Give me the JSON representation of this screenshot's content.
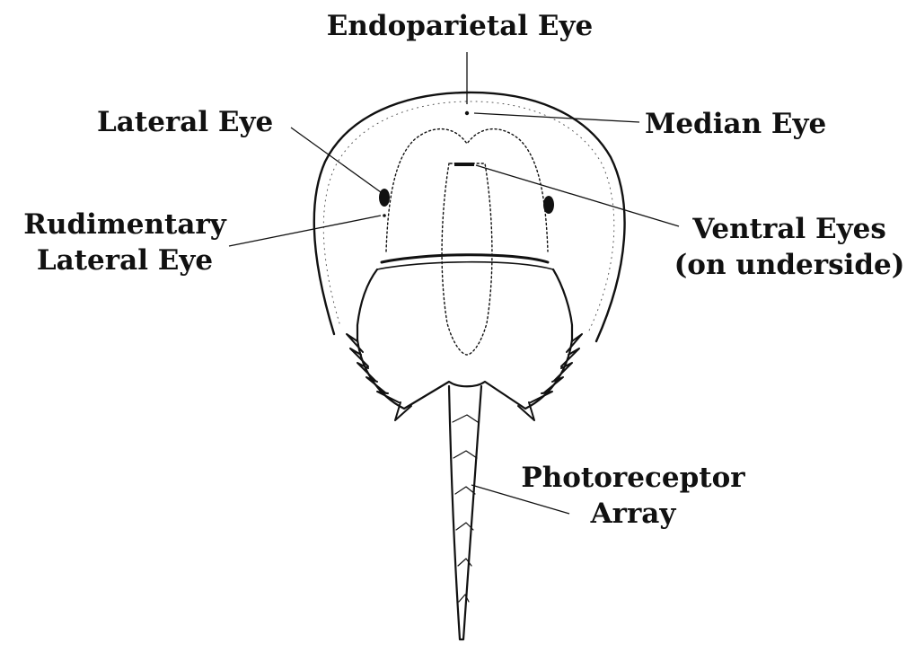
{
  "diagram": {
    "labels": {
      "endoparietal_eye": "Endoparietal Eye",
      "lateral_eye": "Lateral Eye",
      "median_eye": "Median Eye",
      "rudimentary_lateral_eye": [
        "Rudimentary",
        "Lateral Eye"
      ],
      "ventral_eyes": [
        "Ventral Eyes",
        "(on underside)"
      ],
      "photoreceptor_array": [
        "Photoreceptor",
        "Array"
      ]
    },
    "colors": {
      "ink": "#111111",
      "background": "#ffffff"
    }
  }
}
